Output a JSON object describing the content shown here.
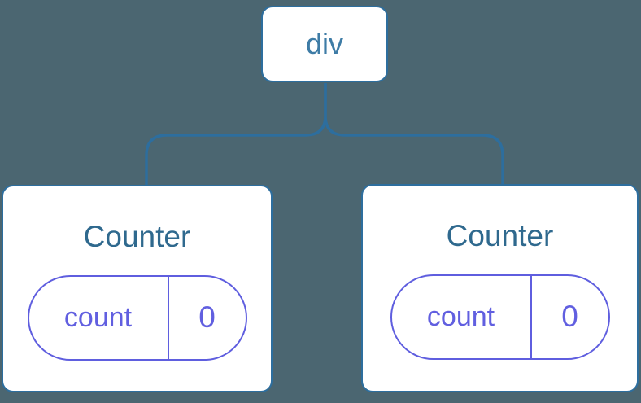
{
  "diagram": {
    "type": "component-tree",
    "background_color": "#4b6671",
    "connector_color": "#2d6e9e",
    "node_fill_color": "#ffffff",
    "node_border_color": "#2d6e9e",
    "state_accent_color": "#5f5edf",
    "root": {
      "label": "div",
      "label_color": "#3e7ca6"
    },
    "children": [
      {
        "title": "Counter",
        "title_color": "#2f698e",
        "state_pill": {
          "key": "count",
          "value": "0"
        }
      },
      {
        "title": "Counter",
        "title_color": "#2f698e",
        "state_pill": {
          "key": "count",
          "value": "0"
        }
      }
    ]
  }
}
